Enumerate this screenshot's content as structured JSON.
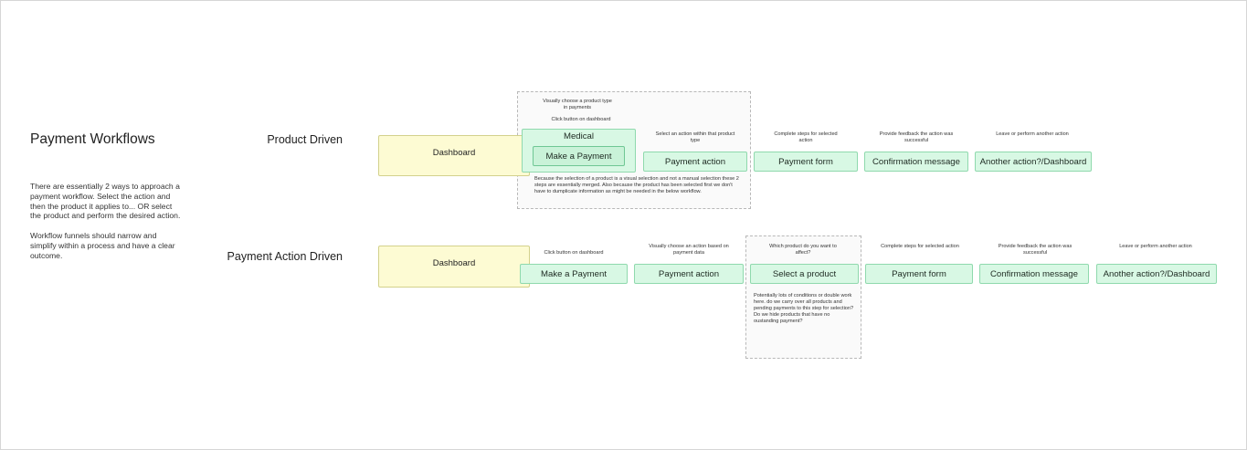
{
  "header": {
    "title": "Payment Workflows",
    "description": [
      "There are essentially 2 ways to approach a payment workflow. Select the action and then the product it applies to... OR select the product and perform the desired action.",
      "Workflow funnels should narrow and simplify within a process and have a clear outcome."
    ]
  },
  "product_driven": {
    "label": "Product Driven",
    "dashboard": "Dashboard",
    "group_note_top_1": "Visually choose a product type in payments",
    "group_note_top_2": "Click button on dashboard",
    "medical": "Medical",
    "make_payment": "Make a Payment",
    "group_note_bottom": "Because the selection of a product is a visual selection and not a manual selection these 2 steps are essentially merged. Also because the product has been selected first we don't have to dumplicate information as might be needed in the below workflow.",
    "steps": [
      {
        "note": "Select an action within that product type",
        "label": "Payment action"
      },
      {
        "note": "Complete steps for selected action",
        "label": "Payment form"
      },
      {
        "note": "Provide feedback the action was successful",
        "label": "Confirmation message"
      },
      {
        "note": "Leave or perform another action",
        "label": "Another action?/Dashboard"
      }
    ]
  },
  "action_driven": {
    "label": "Payment Action Driven",
    "dashboard": "Dashboard",
    "steps": [
      {
        "note": "Click button on dashboard",
        "label": "Make a Payment"
      },
      {
        "note": "Visually choose an action based on payment data",
        "label": "Payment action"
      },
      {
        "note": "Which product do you want to affect?",
        "label": "Select a product"
      },
      {
        "note": "Complete steps for selected action",
        "label": "Payment form"
      },
      {
        "note": "Provide feedback the action was successful",
        "label": "Confirmation message"
      },
      {
        "note": "Leave or perform another action",
        "label": "Another action?/Dashboard"
      }
    ],
    "select_product_note": "Potentially lots of conditions or double work here. do we carry over all products and pending payments to this step for selection? Do we hide products that have no oustanding payment?"
  }
}
